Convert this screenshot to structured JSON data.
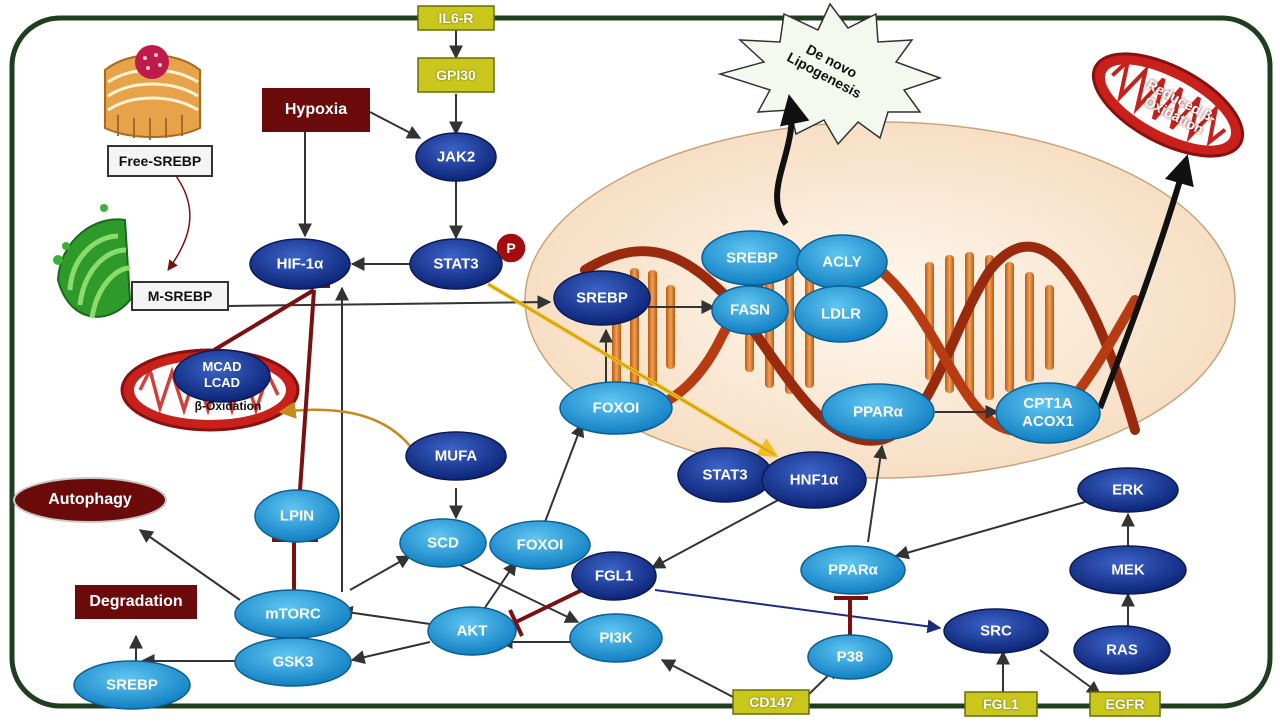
{
  "receptors": {
    "il6r": "IL6-R",
    "gpi30": "GPI30",
    "cd147": "CD147",
    "fgl1_receptor": "FGL1",
    "egfr": "EGFR"
  },
  "stimuli": {
    "hypoxia": "Hypoxia",
    "p_badge": "P"
  },
  "outcomes": {
    "lipogenesis": "De novo Lipogenesis",
    "reduced_beta_oxidation": "Reduced β-Oxidation",
    "autophagy": "Autophagy",
    "degradation": "Degradation",
    "beta_oxidation": "β-Oxidation"
  },
  "organelles": {
    "free_srebp": "Free-SREBP",
    "m_srebp": "M-SREBP"
  },
  "nodes": {
    "jak2": "JAK2",
    "stat3": "STAT3",
    "hif1a": "HIF-1α",
    "mcad_lcad": "MCAD LCAD",
    "srebp_nucleus": "SREBP",
    "srebp_top": "SREBP",
    "acly": "ACLY",
    "fasn": "FASN",
    "ldlr": "LDLR",
    "foxoi_nucleus": "FOXOI",
    "ppara_nucleus": "PPARα",
    "cpt1a_acox1": "CPT1A ACOX1",
    "stat3_nucleus": "STAT3",
    "hnf1a": "HNF1α",
    "mufa": "MUFA",
    "lpin": "LPIN",
    "scd": "SCD",
    "foxoi_cyto": "FOXOI",
    "fgl1": "FGL1",
    "mtorc": "mTORC",
    "akt": "AKT",
    "pi3k": "PI3K",
    "gsk3": "GSK3",
    "srebp_cyto": "SREBP",
    "ppara_cyto": "PPARα",
    "erk": "ERK",
    "mek": "MEK",
    "src": "SRC",
    "ras": "RAS",
    "p38": "P38"
  },
  "colors": {
    "cell_border": "#1f3d1f",
    "dark_node": "#12318a",
    "light_node": "#1b9ad6",
    "receptor": "#c9c61c",
    "red_box": "#6b0a0a",
    "arrow": "#333333",
    "inhibit": "#7a1010",
    "yellow_arrow": "#e0a800",
    "nucleus": "#fbe9d6"
  }
}
